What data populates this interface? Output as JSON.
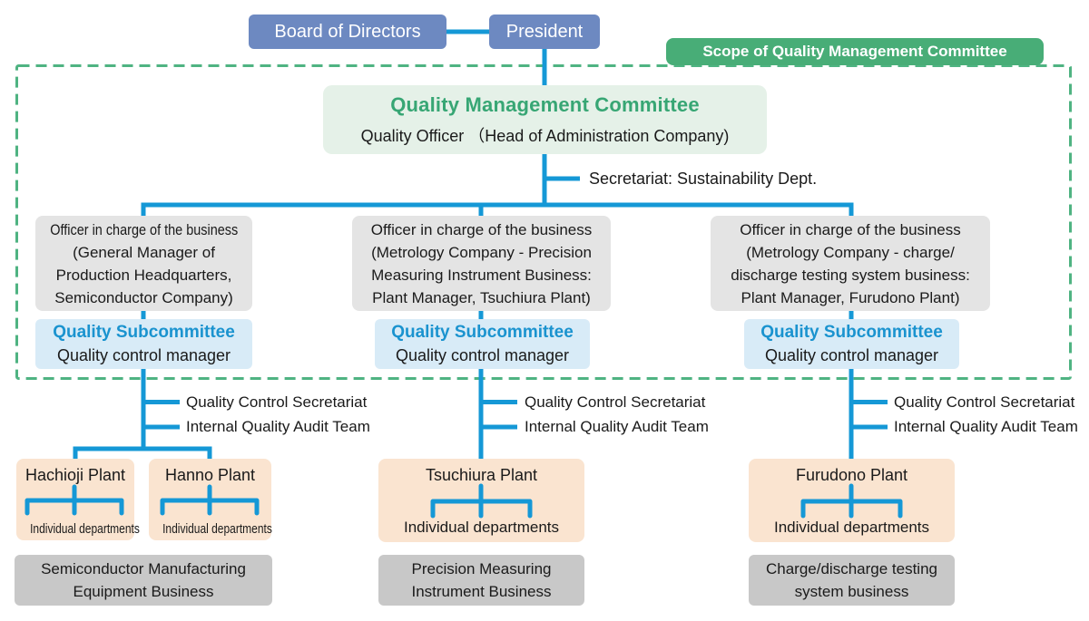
{
  "colors": {
    "line": "#1598d6",
    "node_blue": "#6d89c1",
    "green": "#48ad77",
    "green_dash": "#4fb382",
    "committee_bg": "#e5f1e8",
    "committee_title": "#37a674",
    "officer_bg": "#e4e4e4",
    "subcommittee_bg": "#d8ebf7",
    "subcommittee_title": "#1a93cf",
    "plant_bg": "#fae4d0",
    "business_bg": "#c8c8c8"
  },
  "top": {
    "board_label": "Board of Directors",
    "president_label": "President"
  },
  "scope_label": "Scope of Quality Management Committee",
  "committee": {
    "title": "Quality Management Committee",
    "subtitle": "Quality Officer （Head of Administration Company)"
  },
  "secretariat_label": "Secretariat: Sustainability Dept.",
  "subcommittee": {
    "title": "Quality Subcommittee",
    "manager": "Quality control manager"
  },
  "audit_labels": {
    "secretariat": "Quality Control Secretariat",
    "audit_team": "Internal Quality Audit Team"
  },
  "individual_departments": "Individual departments",
  "columns": [
    {
      "officer_lines": [
        "Officer in charge of the business",
        "(General Manager of",
        "Production Headquarters,",
        "Semiconductor Company)"
      ],
      "plants": [
        "Hachioji Plant",
        "Hanno Plant"
      ],
      "business_lines": [
        "Semiconductor Manufacturing",
        "Equipment Business"
      ]
    },
    {
      "officer_lines": [
        "Officer in charge of the business",
        "(Metrology Company - Precision",
        "Measuring Instrument Business:",
        "Plant Manager, Tsuchiura Plant)"
      ],
      "plants": [
        "Tsuchiura Plant"
      ],
      "business_lines": [
        "Precision Measuring",
        "Instrument Business"
      ]
    },
    {
      "officer_lines": [
        "Officer in charge of the business",
        "(Metrology Company - charge/",
        "discharge testing system business:",
        "Plant Manager, Furudono Plant)"
      ],
      "plants": [
        "Furudono Plant"
      ],
      "business_lines": [
        "Charge/discharge testing",
        "system business"
      ]
    }
  ]
}
